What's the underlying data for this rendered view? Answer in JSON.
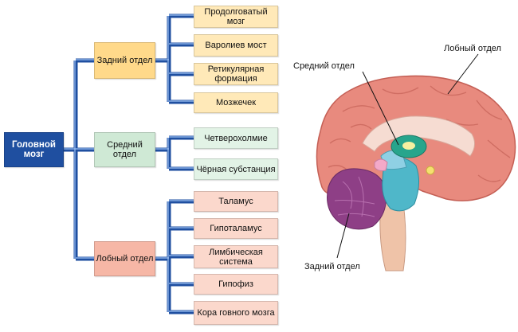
{
  "tree": {
    "root": "Головной мозг",
    "branches": [
      {
        "label": "Задний отдел",
        "items": [
          "Продолговатый мозг",
          "Варолиев мост",
          "Ретикулярная формация",
          "Мозжечек"
        ]
      },
      {
        "label": "Средний отдел",
        "items": [
          "Четверохолмие",
          "Чёрная субстанция"
        ]
      },
      {
        "label": "Лобный отдел",
        "items": [
          "Таламус",
          "Гипоталамус",
          "Лимбическая система",
          "Гипофиз",
          "Кора говного мозга"
        ]
      }
    ]
  },
  "brain": {
    "labels": {
      "middle": "Средний отдел",
      "frontal": "Лобный отдел",
      "hind": "Задний отдел"
    },
    "colors": {
      "cortex": "#e88a7e",
      "cerebellum": "#8e3f86",
      "brainstem": "#4fb7c9",
      "thalamus": "#27a58c",
      "spinal": "#efc3a8",
      "connector": "#1f4fa0"
    }
  }
}
